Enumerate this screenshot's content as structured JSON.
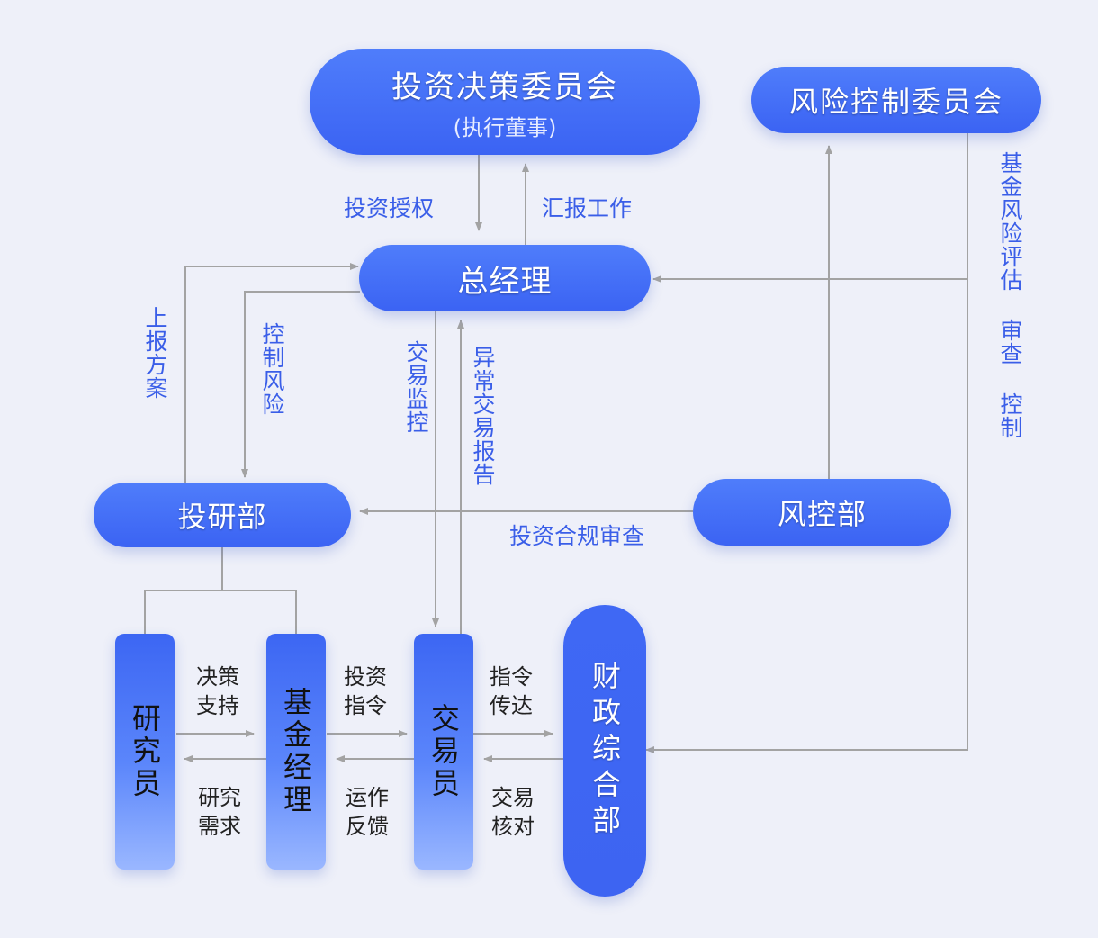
{
  "nodes": {
    "investment_committee": {
      "title": "投资决策委员会",
      "subtitle": "(执行董事)"
    },
    "risk_committee": {
      "title": "风险控制委员会"
    },
    "general_manager": {
      "title": "总经理"
    },
    "research_dept": {
      "title": "投研部"
    },
    "risk_dept": {
      "title": "风控部"
    },
    "researcher": {
      "title": "研究员"
    },
    "fund_manager": {
      "title": "基金经理"
    },
    "trader": {
      "title": "交易员"
    },
    "finance_dept": {
      "title": "财政综合部"
    }
  },
  "labels": {
    "invest_authorize": "投资授权",
    "report_work": "汇报工作",
    "report_plan": "上报方案",
    "control_risk": "控制风险",
    "trade_monitor": "交易监控",
    "abnormal_trade_report": "异常交易报告",
    "fund_risk_review": "基金风险评估 审查 控制",
    "compliance_review": "投资合规审查",
    "decision_support": "决策\n支持",
    "research_demand": "研究\n需求",
    "invest_instruction": "投资\n指令",
    "operation_feedback": "运作\n反馈",
    "instruction_transmit": "指令\n传达",
    "trade_check": "交易\n核对"
  },
  "colors": {
    "background": "#eef0f9",
    "node_blue": "#3f68f4",
    "label_blue": "#3a5ee8",
    "line_gray": "#a3a3a3"
  }
}
